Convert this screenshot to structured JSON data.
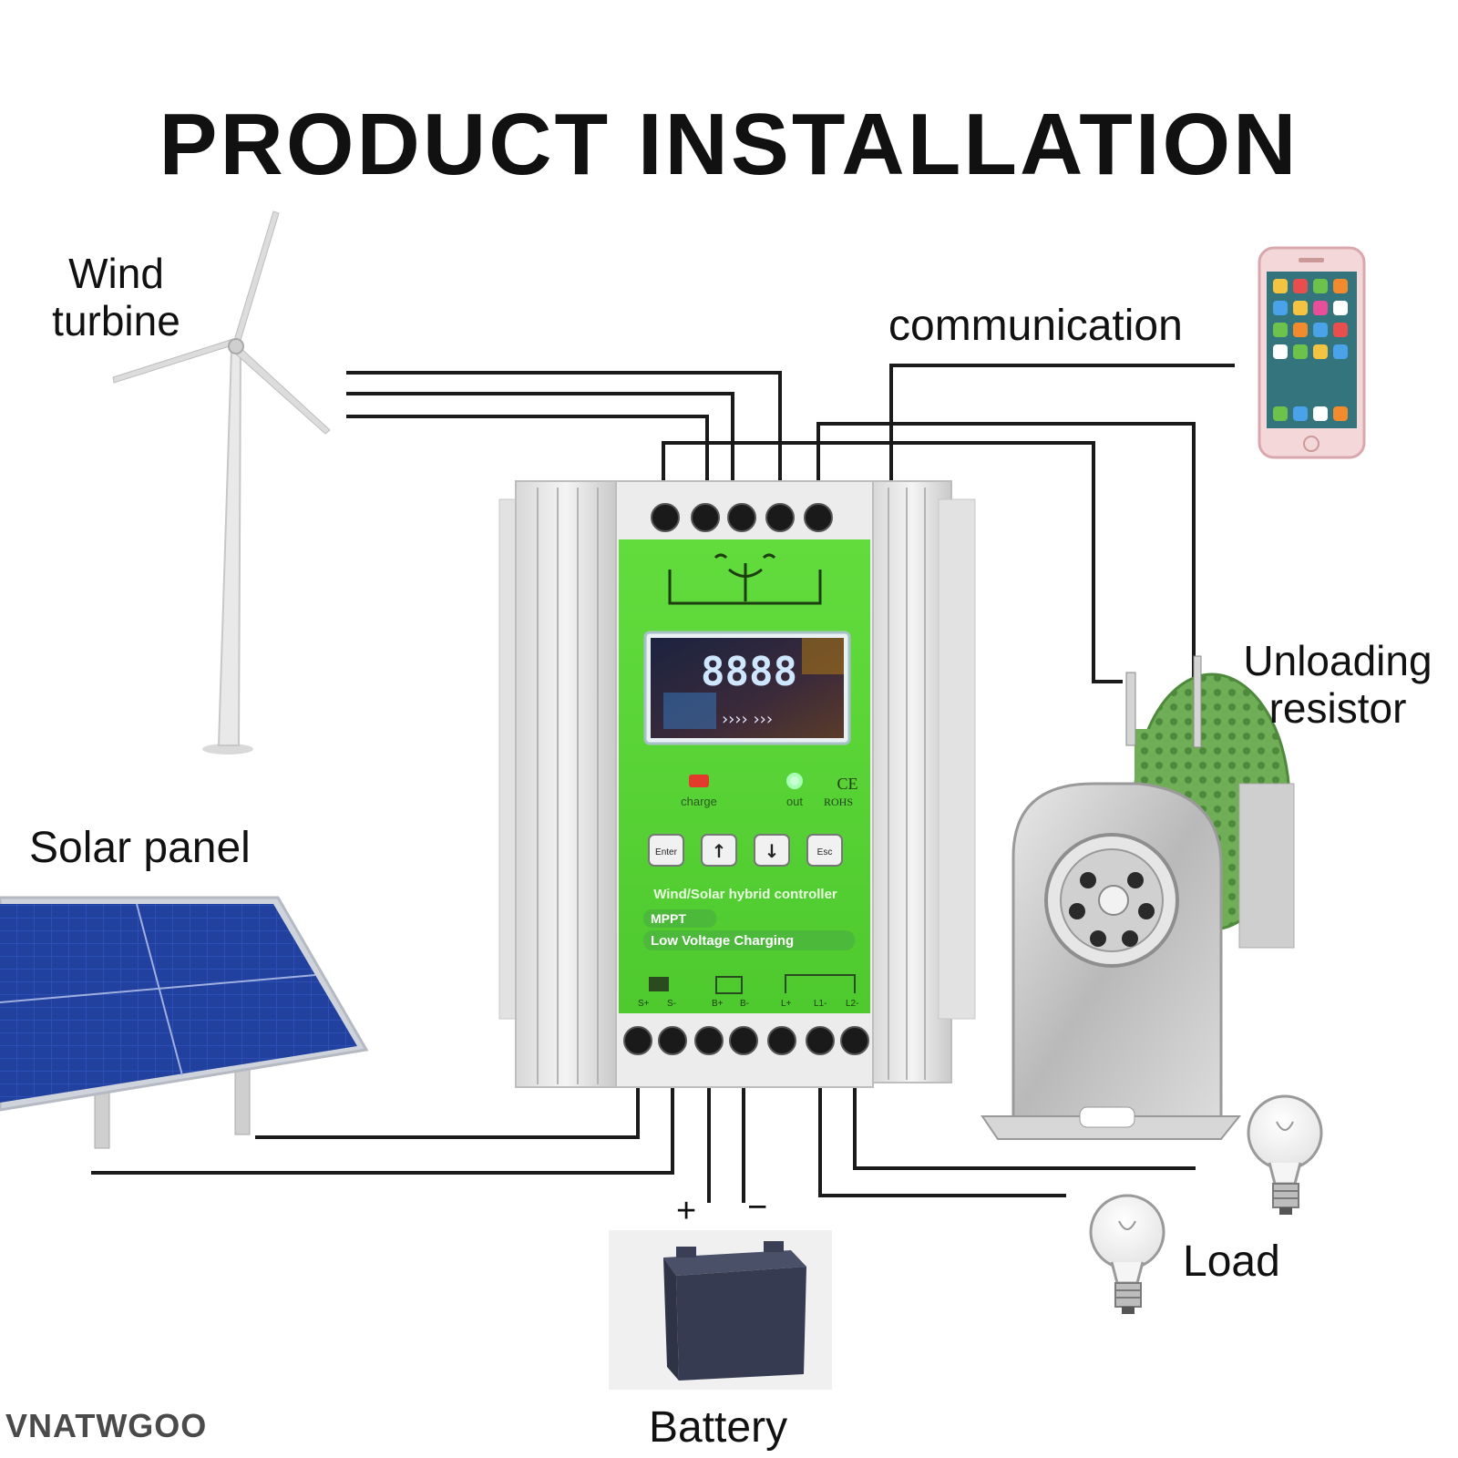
{
  "title": "PRODUCT INSTALLATION",
  "labels": {
    "wind_turbine": [
      "Wind",
      "turbine"
    ],
    "communication": "communication",
    "unloading_resistor": [
      "Unloading",
      "resistor"
    ],
    "solar_panel": "Solar panel",
    "load": "Load",
    "battery": "Battery",
    "battery_plus": "+",
    "battery_minus": "−"
  },
  "controller": {
    "display_digits": "8888",
    "indicator_charge": "charge",
    "indicator_out": "out",
    "ce_mark": "CE",
    "rohs_mark": "ROHS",
    "buttons": [
      "Enter",
      "↑",
      "↓",
      "Esc"
    ],
    "product_name": "Wind/Solar hybrid controller",
    "feature_1": "MPPT",
    "feature_2": "Low Voltage Charging",
    "terminal_labels": [
      "S+",
      "S-",
      "B+",
      "B-",
      "L+",
      "L1-",
      "L2-"
    ]
  },
  "brand": "VNATWGOO",
  "colors": {
    "panel_green": "#5fd43a",
    "wire": "#1a1a1a",
    "solar_blue": "#1f3f9a",
    "resistor_green": "#6aa84f"
  }
}
